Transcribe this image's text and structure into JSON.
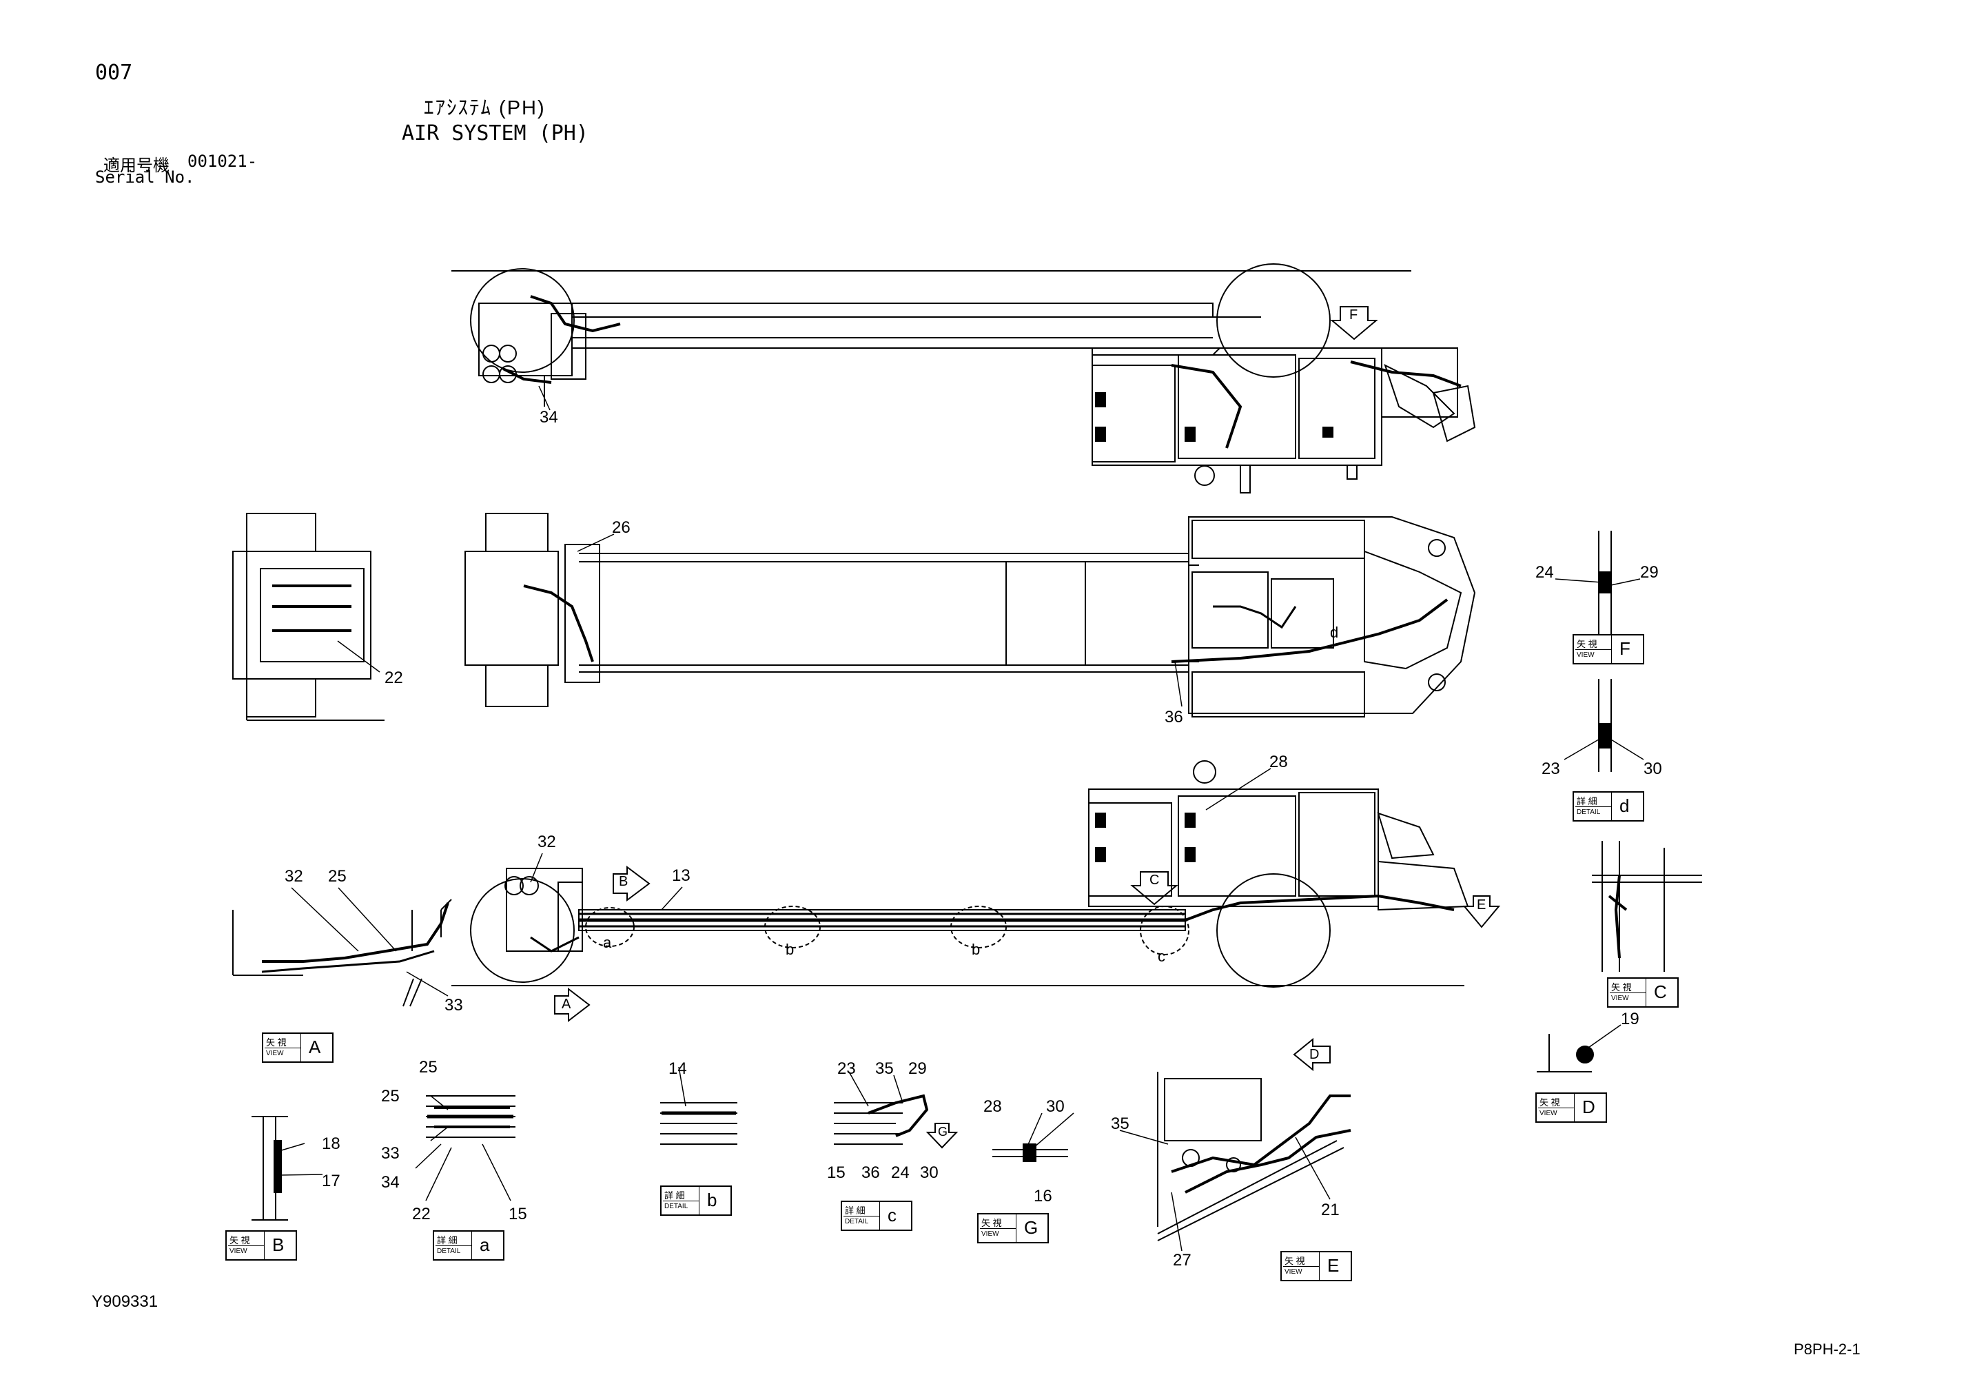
{
  "page_no": "007",
  "title_jp": "ｴｱｼｽﾃﾑ (PH)",
  "title_en": "AIR SYSTEM (PH)",
  "serial_jp": "適用号機",
  "serial_value": "001021-",
  "serial_en": "Serial No.",
  "footer_left": "Y909331",
  "footer_right": "P8PH-2-1",
  "callouts": {
    "top_view": [
      "34"
    ],
    "plan_view": [
      "26",
      "36",
      "22"
    ],
    "side_view": [
      "28",
      "32",
      "13",
      "32",
      "25",
      "33"
    ],
    "view_f": [
      "24",
      "29"
    ],
    "detail_d": [
      "23",
      "30"
    ],
    "view_d": [
      "19"
    ],
    "view_b": [
      "18",
      "17"
    ],
    "detail_a": [
      "25",
      "25",
      "33",
      "34",
      "22",
      "15"
    ],
    "detail_b": [
      "14"
    ],
    "detail_c": [
      "23",
      "35",
      "29",
      "15",
      "36",
      "24",
      "30"
    ],
    "view_g": [
      "28",
      "30",
      "16"
    ],
    "view_e": [
      "35",
      "21",
      "27"
    ]
  },
  "arrow_letters": {
    "f": "F",
    "b": "B",
    "c": "C",
    "e": "E",
    "a": "A",
    "d": "D",
    "g": "G"
  },
  "section_marks": {
    "a": "a",
    "b1": "b",
    "b2": "b",
    "c": "c",
    "d": "d"
  },
  "boxes": {
    "view_jp": "矢 視",
    "view_en": "VIEW",
    "detail_jp": "詳 細",
    "detail_en": "DETAIL",
    "view_a": "A",
    "view_b": "B",
    "view_c": "C",
    "view_d": "D",
    "view_e": "E",
    "view_f": "F",
    "view_g": "G",
    "detail_a": "a",
    "detail_b": "b",
    "detail_c": "c",
    "detail_d": "d"
  }
}
